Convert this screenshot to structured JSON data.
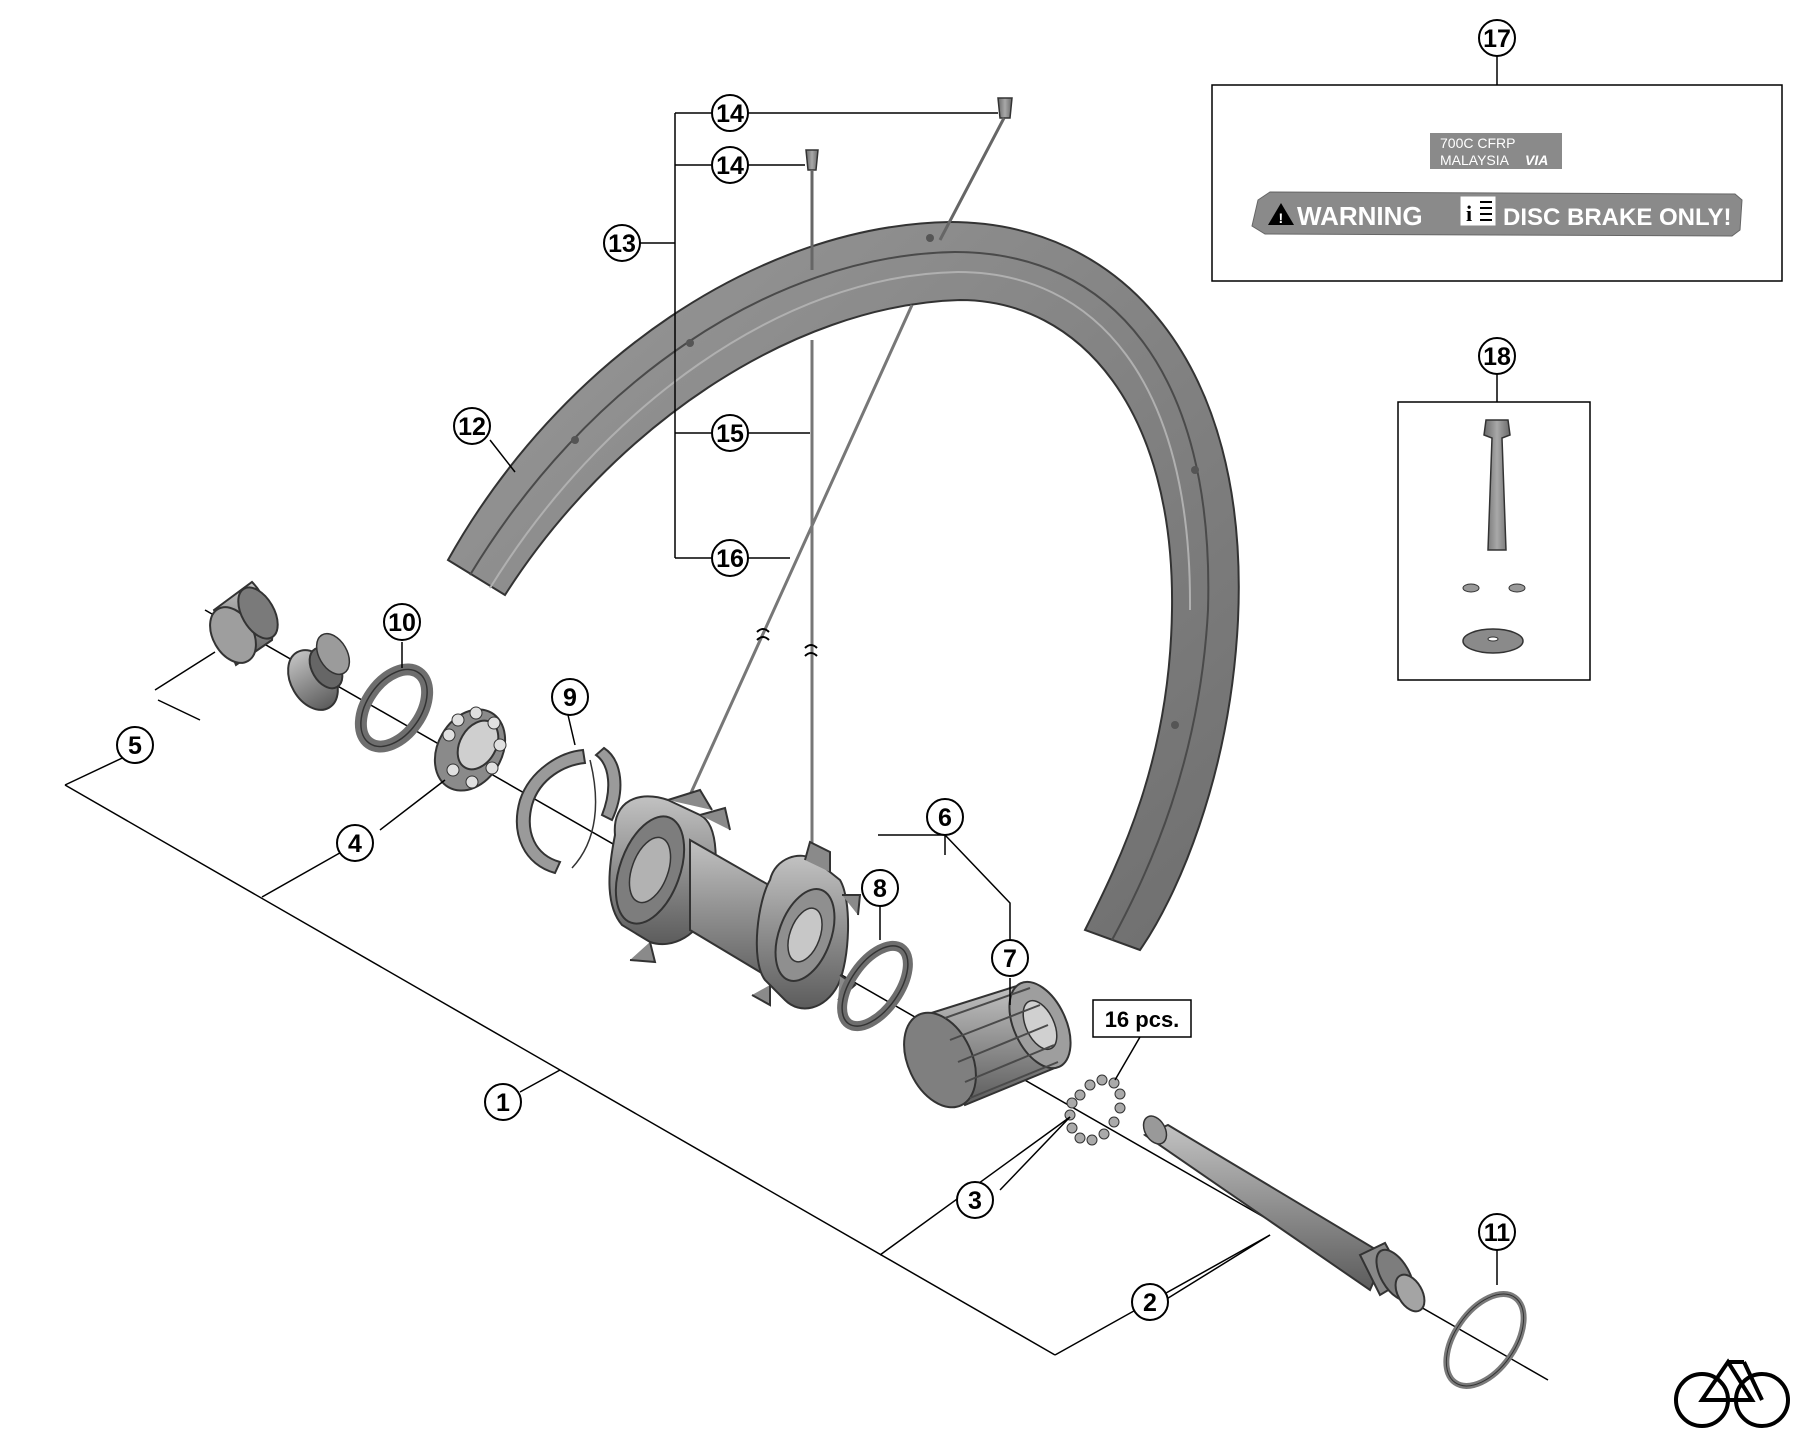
{
  "callouts": [
    {
      "id": "1",
      "label": "1"
    },
    {
      "id": "2",
      "label": "2"
    },
    {
      "id": "3",
      "label": "3"
    },
    {
      "id": "4",
      "label": "4"
    },
    {
      "id": "5",
      "label": "5"
    },
    {
      "id": "6",
      "label": "6"
    },
    {
      "id": "7",
      "label": "7"
    },
    {
      "id": "8",
      "label": "8"
    },
    {
      "id": "9",
      "label": "9"
    },
    {
      "id": "10",
      "label": "10"
    },
    {
      "id": "11",
      "label": "11"
    },
    {
      "id": "12",
      "label": "12"
    },
    {
      "id": "13",
      "label": "13"
    },
    {
      "id": "14a",
      "label": "14"
    },
    {
      "id": "14b",
      "label": "14"
    },
    {
      "id": "15",
      "label": "15"
    },
    {
      "id": "16",
      "label": "16"
    },
    {
      "id": "17",
      "label": "17"
    },
    {
      "id": "18",
      "label": "18"
    }
  ],
  "quantity_note": "16 pcs.",
  "decal": {
    "line1": "700C  CFRP",
    "line2": "MALAYSIA",
    "brand": "VIA",
    "warning": "WARNING",
    "info": "i",
    "message": "DISC BRAKE ONLY!"
  },
  "colors": {
    "part_fill": "#8c8c8c",
    "part_dark": "#5a5a5a",
    "part_light": "#b5b5b5",
    "line": "#000000",
    "decal_bg": "#8a8a8a"
  },
  "icons": {
    "corner_logo": "bicycle-icon"
  }
}
